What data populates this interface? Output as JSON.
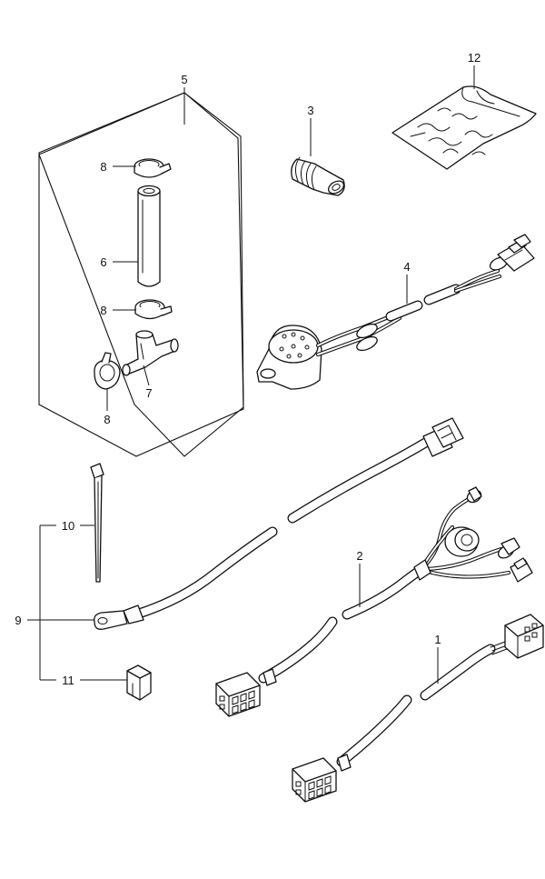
{
  "callouts": {
    "p1": "1",
    "p2": "2",
    "p3": "3",
    "p4": "4",
    "p5": "5",
    "p6": "6",
    "p7": "7",
    "p8_top": "8",
    "p8_mid": "8",
    "p8_bottom": "8",
    "p9": "9",
    "p10": "10",
    "p11": "11",
    "p12": "12"
  }
}
